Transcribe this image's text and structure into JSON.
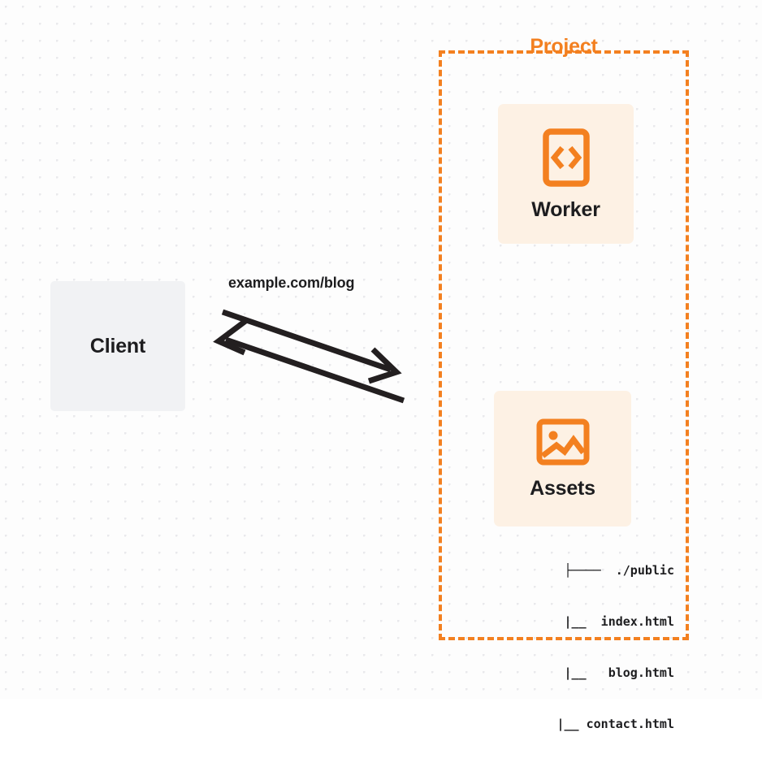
{
  "diagram": {
    "title": "Client to Cloudflare Project request flow",
    "background": {
      "color": "#fdfdfd",
      "dot_color": "#e9e9ec"
    },
    "colors": {
      "accent": "#f38020",
      "card_fill": "#fdf1e4",
      "client_fill": "#f1f2f4",
      "text": "#1d1d1f",
      "arrow": "#231f20"
    },
    "client": {
      "label": "Client"
    },
    "connection": {
      "label": "example.com/blog",
      "request_direction": "client-to-project",
      "response_direction": "project-to-client"
    },
    "project": {
      "label": "Project",
      "nodes": [
        {
          "id": "worker",
          "label": "Worker",
          "icon": "code-brackets-icon"
        },
        {
          "id": "assets",
          "label": "Assets",
          "icon": "image-icon"
        }
      ]
    },
    "file_tree": {
      "rows": [
        "├────  ./public",
        "    |__  index.html",
        "    |__   blog.html",
        "    |__ contact.html"
      ]
    }
  }
}
